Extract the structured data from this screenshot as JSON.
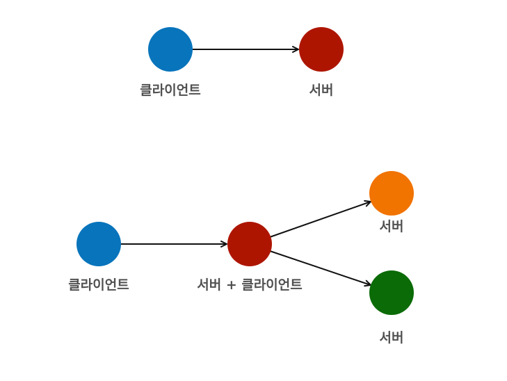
{
  "diagram_top": {
    "client_label": "클라이언트",
    "server_label": "서버"
  },
  "diagram_bottom": {
    "client_label": "클라이언트",
    "middle_label": "서버 + 클라이언트",
    "server_top_label": "서버",
    "server_bottom_label": "서버"
  },
  "colors": {
    "client": "#0874BC",
    "server_red": "#AE1500",
    "server_orange": "#F17300",
    "server_green": "#0B6B07",
    "arrow": "#111111"
  }
}
